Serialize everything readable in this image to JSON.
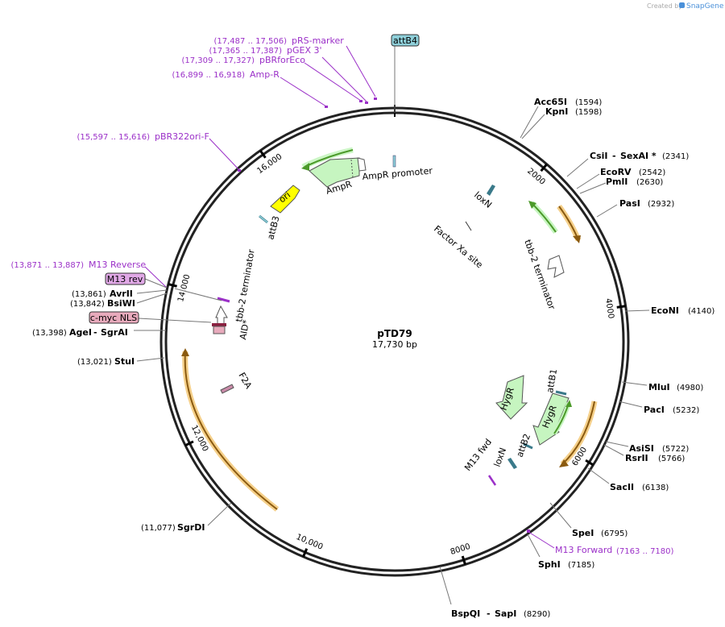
{
  "credit": {
    "text": "Created by",
    "brand": "SnapGene"
  },
  "plasmid": {
    "name": "pTD79",
    "size": "17,730 bp",
    "length": 17730
  },
  "ticks": [
    {
      "label": "2000",
      "bp": 2000
    },
    {
      "label": "4000",
      "bp": 4000
    },
    {
      "label": "6000",
      "bp": 6000
    },
    {
      "label": "8000",
      "bp": 8000
    },
    {
      "label": "10,000",
      "bp": 10000
    },
    {
      "label": "12,000",
      "bp": 12000
    },
    {
      "label": "14,000",
      "bp": 14000
    },
    {
      "label": "16,000",
      "bp": 16000
    }
  ],
  "enzymes_right": [
    {
      "name": "Acc65I",
      "pos": "(1594)"
    },
    {
      "name": "KpnI",
      "pos": "(1598)"
    },
    {
      "name": "CsiI",
      "name2": "SexAI *",
      "pos": "(2341)"
    },
    {
      "name": "EcoRV",
      "pos": "(2542)"
    },
    {
      "name": "PmlI",
      "pos": "(2630)"
    },
    {
      "name": "PasI",
      "pos": "(2932)"
    },
    {
      "name": "EcoNI",
      "pos": "(4140)"
    },
    {
      "name": "MluI",
      "pos": "(4980)"
    },
    {
      "name": "PacI",
      "pos": "(5232)"
    },
    {
      "name": "AsiSI",
      "pos": "(5722)"
    },
    {
      "name": "RsrII",
      "pos": "(5766)"
    },
    {
      "name": "SacII",
      "pos": "(6138)"
    },
    {
      "name": "SpeI",
      "pos": "(6795)"
    },
    {
      "name": "SphI",
      "pos": "(7185)"
    },
    {
      "name": "BspQI",
      "name2": "SapI",
      "pos": "(8290)"
    }
  ],
  "enzymes_left": [
    {
      "name": "AvrII",
      "pos": "(13,861)"
    },
    {
      "name": "BsiWI",
      "pos": "(13,842)"
    },
    {
      "name": "AgeI",
      "name2": "SgrAI",
      "pos": "(13,398)"
    },
    {
      "name": "StuI",
      "pos": "(13,021)"
    },
    {
      "name": "SgrDI",
      "pos": "(11,077)"
    }
  ],
  "primers": [
    {
      "name": "pRS-marker",
      "pos": "(17,487 .. 17,506)"
    },
    {
      "name": "pGEX 3'",
      "pos": "(17,365 .. 17,387)"
    },
    {
      "name": "pBRforEco",
      "pos": "(17,309 .. 17,327)"
    },
    {
      "name": "Amp-R",
      "pos": "(16,899 .. 16,918)"
    },
    {
      "name": "pBR322ori-F",
      "pos": "(15,597 .. 15,616)"
    },
    {
      "name": "M13 Reverse",
      "pos": "(13,871 .. 13,887)"
    },
    {
      "name": "M13 Forward",
      "pos": "(7163 .. 7180)"
    }
  ],
  "boxed_labels": [
    {
      "text": "attB4",
      "fill": "#8ecfd9"
    },
    {
      "text": "M13 rev",
      "fill": "#e0a8e6"
    },
    {
      "text": "c-myc NLS",
      "fill": "#e8aabc"
    }
  ],
  "features": {
    "ampr": "AmpR",
    "ampr_promoter": "AmpR promoter",
    "ori": "ori",
    "attb3": "attB3",
    "loxn_top": "loxN",
    "factor_xa": "Factor Xa site",
    "tbb2_right": "tbb-2 terminator",
    "tbb2_left": "tbb-2 terminator",
    "aid": "AID*",
    "f2a": "F2A",
    "hygr1": "HygR",
    "hygr2": "HygR",
    "attb1": "attB1",
    "attb2": "attB2",
    "loxn_bottom": "loxN",
    "m13fwd": "M13 fwd"
  },
  "colors": {
    "primer": "#9b30c8",
    "amp_arrow": "#c6f5c0",
    "ori": "#ffff00",
    "orf_orange": "#f5d08a",
    "orf_green": "#4c9a2a",
    "attb": "#8ecfd9",
    "f2a": "#c98aa8",
    "brand": "#4a90d9"
  }
}
